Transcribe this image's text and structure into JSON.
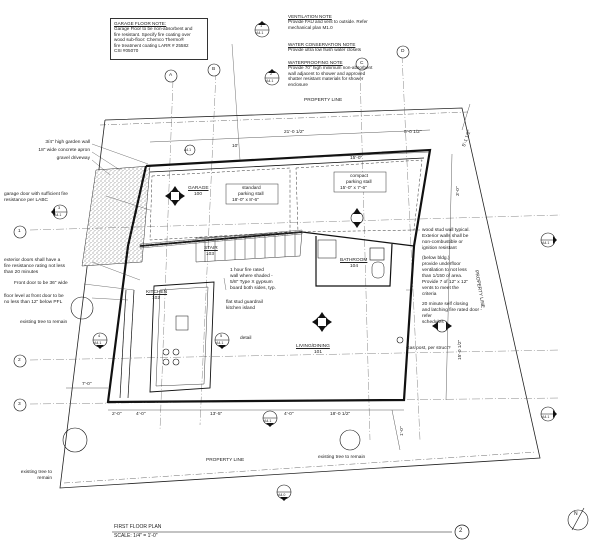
{
  "notes": {
    "garage_floor": {
      "title": "GARAGE FLOOR NOTE:",
      "lines": [
        "Garage Floor to be non-absorbent and",
        "fire resistant. Specify fire coating over",
        "wood sub-floor: Chemco Thermo®",
        "fire treatment coating LARR # 25582",
        "CSI #05070"
      ]
    },
    "ventilation": {
      "title": "VENTILATION NOTE",
      "lines": [
        "Provide FAU and vent to outside. Refer",
        "mechanical plan M1.0"
      ]
    },
    "water_conservation": {
      "title": "WATER CONSERVATION NOTE",
      "lines": [
        "Provide ultra low flush water closets"
      ]
    },
    "waterproofing": {
      "title": "WATERPROOFING NOTE",
      "lines": [
        "Provide 70\" high minimum non-absorbent",
        "wall adjacent to shower and approved",
        "shatter resistant materials for shower",
        "enclosure"
      ]
    }
  },
  "left_annotations": [
    "3/4\" high garden wall",
    "18\" wide concrete apron",
    "gravel driveway",
    "garage door with sufficient fire",
    "resistance per LABC",
    "exterior doors shall have a",
    "fire resistance rating not less",
    "than 20 minutes",
    "Front door to be 36\" wide",
    "floor level at front door to be",
    "no less than 12\" below PFL",
    "existing tree to remain"
  ],
  "right_annotations": [
    "wood stud wall typical.",
    "Exterior walls shall be",
    "non-combustible or",
    "ignition resistant",
    "(below bldg.)",
    "provide underfloor",
    "ventilation to not less",
    "than 1/150 of area.",
    "Provide 7 of 12\" x 12\"",
    "vents to meet the",
    "criteria",
    "20 minute self closing",
    "and latching fire rated door - refer",
    "schedules"
  ],
  "interior": {
    "wall_note": [
      "1 hour fire rated",
      "wall where shaded -",
      "5/8\" Type X gypsum",
      "board both sides, typ."
    ],
    "flat_stud": [
      "flat stud guardrail",
      "kitchen island"
    ],
    "gas_post": "Gas post, per struct?",
    "detail": "detail",
    "ext_tree_bottom": [
      "existing tree to",
      "remain"
    ],
    "ext_tree_bottom2": "existing tree to remain"
  },
  "rooms": {
    "garage": {
      "name": "GARAGE",
      "num": "100"
    },
    "parking_std": {
      "lines": [
        "standard",
        "parking stall",
        "18'-0\" x 8'-6\""
      ]
    },
    "parking_cmp": {
      "lines": [
        "compact",
        "parking stall",
        "15'-0\" x 7'-6\""
      ]
    },
    "stair": {
      "name": "STAIR",
      "num": "103"
    },
    "bathroom": {
      "name": "BATHROOM",
      "num": "104"
    },
    "kitchen": {
      "name": "KITCHEN",
      "num": "102"
    },
    "living": {
      "name": "LIVING/DINING",
      "num": "101"
    }
  },
  "property_line_top": "PROPERTY LINE",
  "property_line_bottom": "PROPERTY LINE",
  "property_line_right": "PROPERTY LINE",
  "dims": {
    "top1": "21'-0 1/2\"",
    "top2": "10'",
    "top3": "15'-0\"",
    "top4": "5'-0 1/2\"",
    "bot1": "2'-0\"",
    "bot2": "4'-0\"",
    "bot3": "13'-5\"",
    "bot4": "4'-0\"",
    "bot5": "18'-0 1/2\"",
    "left1": "7'-0\"",
    "right1": "15'-0 1/2\"",
    "right2": "3'-0\"",
    "right3": "1'-0\"",
    "right4": "5'-1 1/2\""
  },
  "grid": {
    "cols": [
      "A",
      "B",
      "C",
      "D"
    ],
    "rows": [
      "1",
      "2",
      "3"
    ]
  },
  "sheet_refs": [
    "A4.1",
    "A4.1",
    "A4.1",
    "A4.1",
    "A4.1",
    "A4.1",
    "A4.1",
    "A4.1",
    "A4.0",
    "A4.1"
  ],
  "ref_nums": [
    "1",
    "2",
    "3",
    "4",
    "5"
  ],
  "title_block": {
    "title": "FIRST FLOOR PLAN",
    "scale": "SCALE: 1/4\" = 1'-0\"",
    "number": "2"
  },
  "north": "N"
}
